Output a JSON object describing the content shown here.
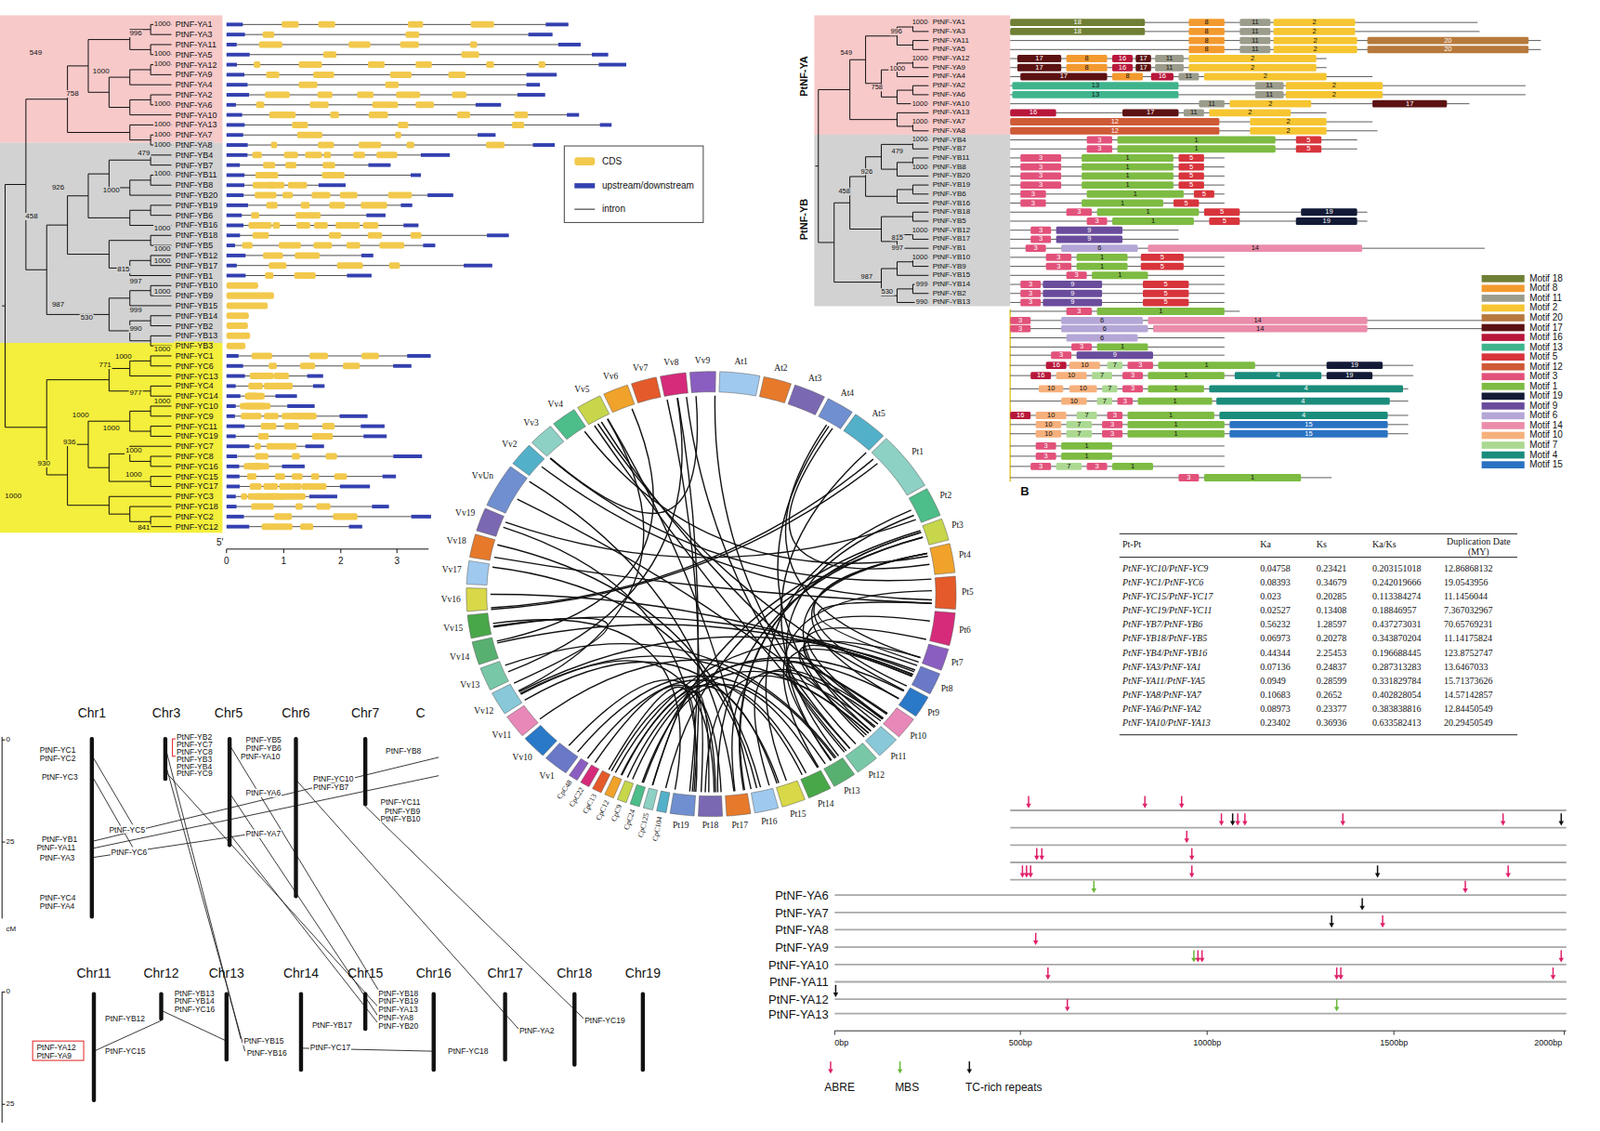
{
  "diagram": {
    "labels": [
      "PtNF-YA1",
      "PtNF-YA3",
      "PtNF-YA11",
      "PtNF-YA5",
      "PtNF-YA12",
      "PtNF-YA9",
      "PtNF-YA4",
      "PtNF-YA2",
      "PtNF-YA6",
      "PtNF-YA10",
      "PtNF-YA13",
      "PtNF-YA7",
      "PtNF-YA8",
      "PtNF-YB4",
      "PtNF-YB7",
      "PtNF-YB11",
      "PtNF-YB8",
      "PtNF-YB20",
      "PtNF-YB19",
      "PtNF-YB6",
      "PtNF-YB16",
      "PtNF-YB18",
      "PtNF-YB5",
      "PtNF-YB12",
      "PtNF-YB17",
      "PtNF-YB1",
      "PtNF-YB10",
      "PtNF-YB9",
      "PtNF-YB15",
      "PtNF-YB14",
      "PtNF-YB2",
      "PtNF-YB13",
      "PtNF-YB3",
      "PtNF-YC1",
      "PtNF-YC6",
      "PtNF-YC13",
      "PtNF-YC4",
      "PtNF-YC14",
      "PtNF-YC10",
      "PtNF-YC9",
      "PtNF-YC11",
      "PtNF-YC19",
      "PtNF-YC7",
      "PtNF-YC8",
      "PtNF-YC16",
      "PtNF-YC15",
      "PtNF-YC17",
      "PtNF-YC3",
      "PtNF-YC18",
      "PtNF-YC2",
      "PtNF-YC12",
      "1000",
      "996",
      "549",
      "1000",
      "1000",
      "1000",
      "758",
      "1000",
      "1000",
      "1000",
      "1000",
      "479",
      "1000",
      "926",
      "1000",
      "458",
      "1000",
      "1000",
      "1000",
      "815",
      "997",
      "1000",
      "987",
      "999",
      "530",
      "990",
      "1000",
      "1000",
      "771",
      "977",
      "1000",
      "1000",
      "1000",
      "936",
      "1000",
      "930",
      "1000",
      "1000",
      "841",
      "5'",
      "0",
      "1",
      "2",
      "3",
      "PtNF-YA1",
      "PtNF-YA3",
      "PtNF-YA11",
      "PtNF-YA5",
      "PtNF-YA12",
      "PtNF-YA9",
      "PtNF-YA4",
      "PtNF-YA2",
      "PtNF-YA6",
      "PtNF-YA10",
      "PtNF-YA13",
      "PtNF-YA7",
      "PtNF-YA8",
      "PtNF-YB4",
      "PtNF-YB7",
      "PtNF-YB11",
      "PtNF-YB8",
      "PtNF-YB20",
      "PtNF-YB19",
      "PtNF-YB6",
      "PtNF-YB16",
      "PtNF-YB18",
      "PtNF-YB5",
      "PtNF-YB12",
      "PtNF-YB17",
      "PtNF-YB1",
      "PtNF-YB10",
      "PtNF-YB9",
      "PtNF-YB15",
      "PtNF-YB14",
      "PtNF-YB2",
      "PtNF-YB13",
      "1000",
      "996",
      "549",
      "1000",
      "1000",
      "758",
      "1000",
      "1000",
      "1000",
      "479",
      "926",
      "1000",
      "458",
      "1000",
      "815",
      "997",
      "1000",
      "987",
      "999",
      "530",
      "990",
      "PtNF-YA",
      "PtNF-YB",
      "18",
      "8",
      "11",
      "2",
      "18",
      "8",
      "11",
      "2",
      "8",
      "11",
      "2",
      "20",
      "8",
      "11",
      "2",
      "20",
      "17",
      "8",
      "16",
      "17",
      "11",
      "2",
      "17",
      "8",
      "16",
      "17",
      "11",
      "2",
      "17",
      "8",
      "16",
      "11",
      "2",
      "13",
      "11",
      "2",
      "13",
      "11",
      "2",
      "11",
      "2",
      "17",
      "16",
      "17",
      "11",
      "2",
      "12",
      "2",
      "12",
      "2",
      "3",
      "1",
      "5",
      "3",
      "1",
      "5",
      "3",
      "1",
      "5",
      "3",
      "1",
      "5",
      "3",
      "1",
      "5",
      "3",
      "1",
      "5",
      "3",
      "1",
      "5",
      "3",
      "1",
      "5",
      "3",
      "1",
      "5",
      "19",
      "3",
      "1",
      "5",
      "19",
      "3",
      "9",
      "3",
      "9",
      "3",
      "6",
      "14",
      "3",
      "1",
      "5",
      "3",
      "1",
      "5",
      "3",
      "1",
      "3",
      "9",
      "5",
      "3",
      "9",
      "5",
      "3",
      "9",
      "5",
      "3",
      "1",
      "3",
      "6",
      "14",
      "3",
      "6",
      "14",
      "6",
      "3",
      "1",
      "3",
      "9",
      "16",
      "10",
      "7",
      "3",
      "1",
      "19",
      "16",
      "10",
      "7",
      "3",
      "1",
      "4",
      "19",
      "10",
      "10",
      "7",
      "3",
      "1",
      "4",
      "10",
      "7",
      "3",
      "1",
      "4",
      "16",
      "10",
      "7",
      "3",
      "1",
      "4",
      "10",
      "7",
      "3",
      "1",
      "15",
      "10",
      "7",
      "3",
      "1",
      "15",
      "3",
      "1",
      "3",
      "1",
      "3",
      "7",
      "3",
      "1",
      "3",
      "1",
      "B",
      "At1",
      "At2",
      "At3",
      "At4",
      "At5",
      "Pt1",
      "Pt2",
      "Pt3",
      "Pt4",
      "Pt5",
      "Pt6",
      "Pt7",
      "Pt8",
      "Pt9",
      "Pt10",
      "Pt11",
      "Pt12",
      "Pt13",
      "Pt14",
      "Pt15",
      "Pt16",
      "Pt17",
      "Pt18",
      "Pt19",
      "CpC104",
      "CpC125",
      "CpC24",
      "CpC9",
      "CpC12",
      "CpC13",
      "CpC22",
      "CpC48",
      "Vv1",
      "Vv10",
      "Vv11",
      "Vv12",
      "Vv13",
      "Vv14",
      "Vv15",
      "Vv16",
      "Vv17",
      "Vv18",
      "Vv19",
      "VvUn",
      "Vv2",
      "Vv3",
      "Vv4",
      "Vv5",
      "Vv6",
      "Vv7",
      "Vv8",
      "Vv9",
      "Pt-Pt",
      "Ka",
      "Ks",
      "Ka/Ks",
      "Duplication Date (MY)",
      "PtNF-YC10/PtNF-YC9",
      "0.04758",
      "0.23421",
      "0.203151018",
      "12.86868132",
      "PtNF-YC1/PtNF-YC6",
      "0.08393",
      "0.34679",
      "0.242019666",
      "19.0543956",
      "PtNF-YC15/PtNF-YC17",
      "0.023",
      "0.20285",
      "0.113384274",
      "11.1456044",
      "PtNF-YC19/PtNF-YC11",
      "0.02527",
      "0.13408",
      "0.18846957",
      "7.367032967",
      "PtNF-YB7/PtNF-YB6",
      "0.56232",
      "1.28597",
      "0.437273031",
      "70.65769231",
      "PtNF-YB18/PtNF-YB5",
      "0.06973",
      "0.20278",
      "0.343870204",
      "11.14175824",
      "PtNF-YB4/PtNF-YB16",
      "0.44344",
      "2.25453",
      "0.196688445",
      "123.8752747",
      "PtNF-YA3/PtNF-YA1",
      "0.07136",
      "0.24837",
      "0.287313283",
      "13.6467033",
      "PtNF-YA11/PtNF-YA5",
      "0.0949",
      "0.28599",
      "0.331829784",
      "15.71373626",
      "PtNF-YA8/PtNF-YA7",
      "0.10683",
      "0.2652",
      "0.402828054",
      "14.57142857",
      "PtNF-YA6/PtNF-YA2",
      "0.08973",
      "0.23377",
      "0.383838816",
      "12.84450549",
      "PtNF-YA10/PtNF-YA13",
      "0.23402",
      "0.36936",
      "0.633582413",
      "20.29450549",
      "Chr1",
      "Chr3",
      "Chr5",
      "Chr6",
      "Chr7",
      "C",
      "0",
      "25",
      "cM",
      "PtNF-YC1",
      "PtNF-YC2",
      "PtNF-YC3",
      "PtNF-YC5",
      "PtNF-YC6",
      "PtNF-YB1",
      "PtNF-YA11",
      "PtNF-YA3",
      "PtNF-YC4",
      "PtNF-YA4",
      "PtNF-YB2",
      "PtNF-YC7",
      "PtNF-YC8",
      "PtNF-YB3",
      "PtNF-YB4",
      "PtNF-YC9",
      "PtNF-YB5",
      "PtNF-YB6",
      "PtNF-YA10",
      "PtNF-YA6",
      "PtNF-YA7",
      "PtNF-YC10",
      "PtNF-YB7",
      "PtNF-YB8",
      "PtNF-YC11",
      "PtNF-YB9",
      "PtNF-YB10",
      "Chr11",
      "Chr12",
      "Chr13",
      "Chr14",
      "Chr15",
      "Chr16",
      "Chr17",
      "Chr18",
      "Chr19",
      "0",
      "25",
      "PtNF-YA12",
      "PtNF-YA9",
      "PtNF-YB12",
      "PtNF-YC15",
      "PtNF-YB13",
      "PtNF-YB14",
      "PtNF-YC16",
      "PtNF-YB15",
      "PtNF-YB16",
      "PtNF-YB17",
      "PtNF-YC17",
      "PtNF-YB18",
      "PtNF-YB19",
      "PtNF-YA13",
      "PtNF-YA8",
      "PtNF-YB20",
      "PtNF-YC18",
      "PtNF-YA2",
      "PtNF-YC19",
      "PtNF-YA6",
      "PtNF-YA7",
      "PtNF-YA8",
      "PtNF-YA9",
      "PtNF-YA10",
      "PtNF-YA11",
      "PtNF-YA12",
      "PtNF-YA13",
      "0bp",
      "500bp",
      "1000bp",
      "1500bp",
      "2000bp"
    ],
    "legend": [
      {
        "text": "CDS",
        "color": "#f2c94c"
      },
      {
        "text": "upstream/downstream",
        "color": "#3340b0"
      },
      {
        "text": "intron"
      },
      {
        "text": "Motif 18",
        "color": "#6f7f34"
      },
      {
        "text": "Motif 8",
        "color": "#f39a2e"
      },
      {
        "text": "Motif 11",
        "color": "#9c9c8c"
      },
      {
        "text": "Motif 2",
        "color": "#f6c531"
      },
      {
        "text": "Motif 20",
        "color": "#b7793c"
      },
      {
        "text": "Motif 17",
        "color": "#5c1212"
      },
      {
        "text": "Motif 16",
        "color": "#b8173a"
      },
      {
        "text": "Motif 13",
        "color": "#3fb48c"
      },
      {
        "text": "Motif 5",
        "color": "#d8343c"
      },
      {
        "text": "Motif 12",
        "color": "#cf5a36"
      },
      {
        "text": "Motif 3",
        "color": "#e2517a"
      },
      {
        "text": "Motif 1",
        "color": "#7dbb42"
      },
      {
        "text": "Motif 19",
        "color": "#121a36"
      },
      {
        "text": "Motif 9",
        "color": "#6a4c9c"
      },
      {
        "text": "Motif 6",
        "color": "#b4a6d6"
      },
      {
        "text": "Motif 14",
        "color": "#ea8caa"
      },
      {
        "text": "Motif 10",
        "color": "#f6b07c"
      },
      {
        "text": "Motif 7",
        "color": "#acd992"
      },
      {
        "text": "Motif 4",
        "color": "#1b8c7c"
      },
      {
        "text": "Motif 15",
        "color": "#2a72c2"
      },
      {
        "text": "ABRE"
      },
      {
        "text": "MBS"
      },
      {
        "text": "TC-rich repeats"
      }
    ]
  }
}
